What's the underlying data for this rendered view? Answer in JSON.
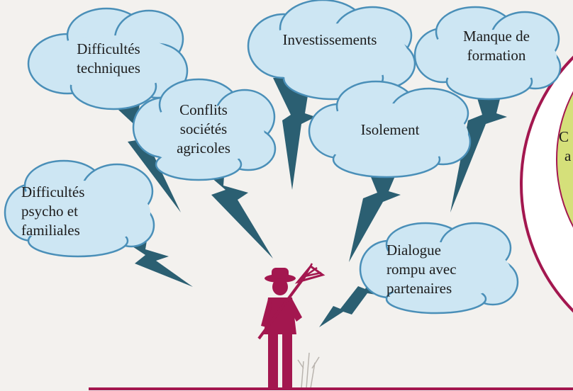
{
  "colors": {
    "background": "#f3f1ee",
    "cloud_fill": "#cde6f3",
    "cloud_stroke": "#4a8fb8",
    "lightning": "#2b5f72",
    "farmer": "#a3174f",
    "circle_stroke": "#a3174f",
    "circle_inner": "#d5e07a",
    "ground": "#a3174f"
  },
  "clouds": [
    {
      "id": "difficultes-techniques",
      "lines": [
        "Difficultés",
        "techniques"
      ]
    },
    {
      "id": "conflits-societes-agricoles",
      "lines": [
        "Conflits",
        "sociétés",
        "agricoles"
      ]
    },
    {
      "id": "investissements",
      "lines": [
        "Investissements"
      ]
    },
    {
      "id": "manque-de-formation",
      "lines": [
        "Manque de",
        "formation"
      ]
    },
    {
      "id": "isolement",
      "lines": [
        "Isolement"
      ]
    },
    {
      "id": "difficultes-psycho-familiales",
      "lines": [
        "Difficultés",
        "psycho et",
        "familiales"
      ]
    },
    {
      "id": "dialogue-rompu",
      "lines": [
        "Dialogue",
        "rompu avec",
        "partenaires"
      ]
    }
  ],
  "right_panel": {
    "lines": [
      "C",
      "a"
    ]
  }
}
